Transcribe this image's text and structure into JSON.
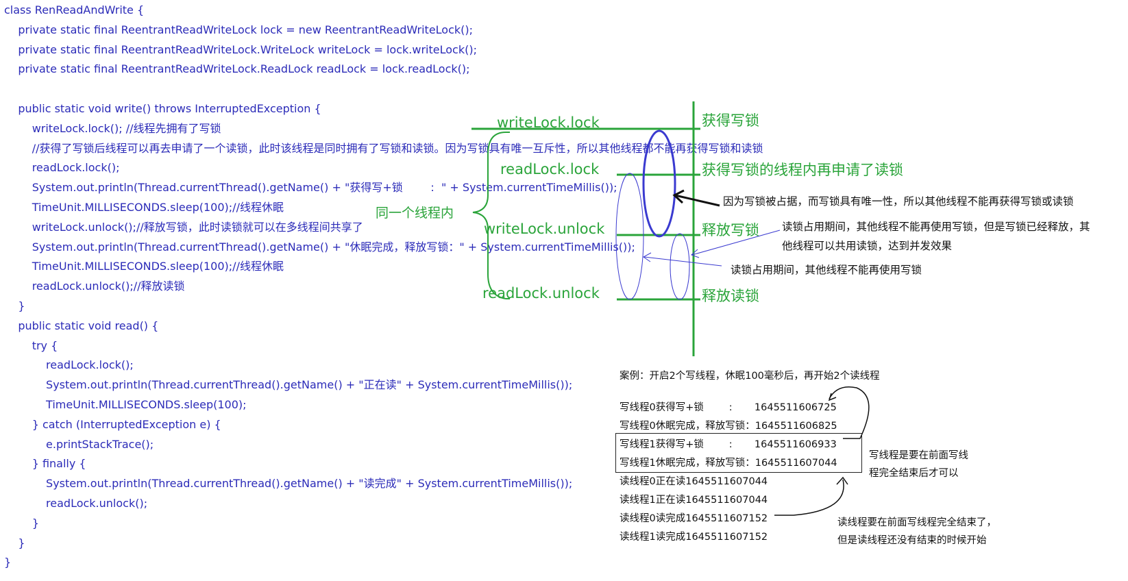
{
  "code_lines": [
    "class RenReadAndWrite {",
    "    private static final ReentrantReadWriteLock lock = new ReentrantReadWriteLock();",
    "    private static final ReentrantReadWriteLock.WriteLock writeLock = lock.writeLock();",
    "    private static final ReentrantReadWriteLock.ReadLock readLock = lock.readLock();",
    "",
    "    public static void write() throws InterruptedException {",
    "        writeLock.lock(); //线程先拥有了写锁",
    "        //获得了写锁后线程可以再去申请了一个读锁，此时该线程是同时拥有了写锁和读锁。因为写锁具有唯一互斥性，所以其他线程都不能再获得写锁和读锁",
    "        readLock.lock();",
    "        System.out.println(Thread.currentThread().getName() + \"获得写+锁        :  \" + System.currentTimeMillis());",
    "        TimeUnit.MILLISECONDS.sleep(100);//线程休眠",
    "        writeLock.unlock();//释放写锁，此时读锁就可以在多线程间共享了",
    "        System.out.println(Thread.currentThread().getName() + \"休眠完成，释放写锁：\" + System.currentTimeMillis());",
    "        TimeUnit.MILLISECONDS.sleep(100);//线程休眠",
    "        readLock.unlock();//释放读锁",
    "    }",
    "    public static void read() {",
    "        try {",
    "            readLock.lock();",
    "            System.out.println(Thread.currentThread().getName() + \"正在读\" + System.currentTimeMillis());",
    "            TimeUnit.MILLISECONDS.sleep(100);",
    "        } catch (InterruptedException e) {",
    "            e.printStackTrace();",
    "        } finally {",
    "            System.out.println(Thread.currentThread().getName() + \"读完成\" + System.currentTimeMillis());",
    "            readLock.unlock();",
    "        }",
    "    }",
    "}"
  ],
  "timeline": {
    "labels": [
      "writeLock.lock",
      "readLock.lock",
      "writeLock.unlock",
      "readLock.unlock"
    ],
    "events": [
      "获得写锁",
      "获得写锁的线程内再申请了读锁",
      "释放写锁",
      "释放读锁"
    ],
    "same_thread": "同一个线程内",
    "note_exclusive": "因为写锁被占据，而写锁具有唯一性，所以其他线程不能再获得写锁或读锁",
    "note_shared_1": "读锁占用期间，其他线程不能再使用写锁，但是写锁已经释放，其",
    "note_shared_2": "他线程可以共用读锁，达到并发效果",
    "note_read_only": "读锁占用期间，其他线程不能再使用写锁"
  },
  "example": {
    "title": "案例：开启2个写线程，休眠100毫秒后，再开始2个读线程",
    "output_lines": [
      "写线程0获得写+锁        :       1645511606725",
      "写线程0休眠完成，释放写锁：1645511606825",
      "写线程1获得写+锁        :       1645511606933",
      "写线程1休眠完成，释放写锁：1645511607044",
      "读线程0正在读1645511607044",
      "读线程1正在读1645511607044",
      "读线程0读完成1645511607152",
      "读线程1读完成1645511607152"
    ],
    "note_write_1": "写线程是要在前面写线",
    "note_write_2": "程完全结束后才可以",
    "note_read_1": "读线程要在前面写线程完全结束了，",
    "note_read_2": "但是读线程还没有结束的时候开始"
  },
  "colors": {
    "code": "#2b2bb8",
    "timeline_green": "#2aa43a",
    "ellipse_blue": "#3a3ad0"
  }
}
